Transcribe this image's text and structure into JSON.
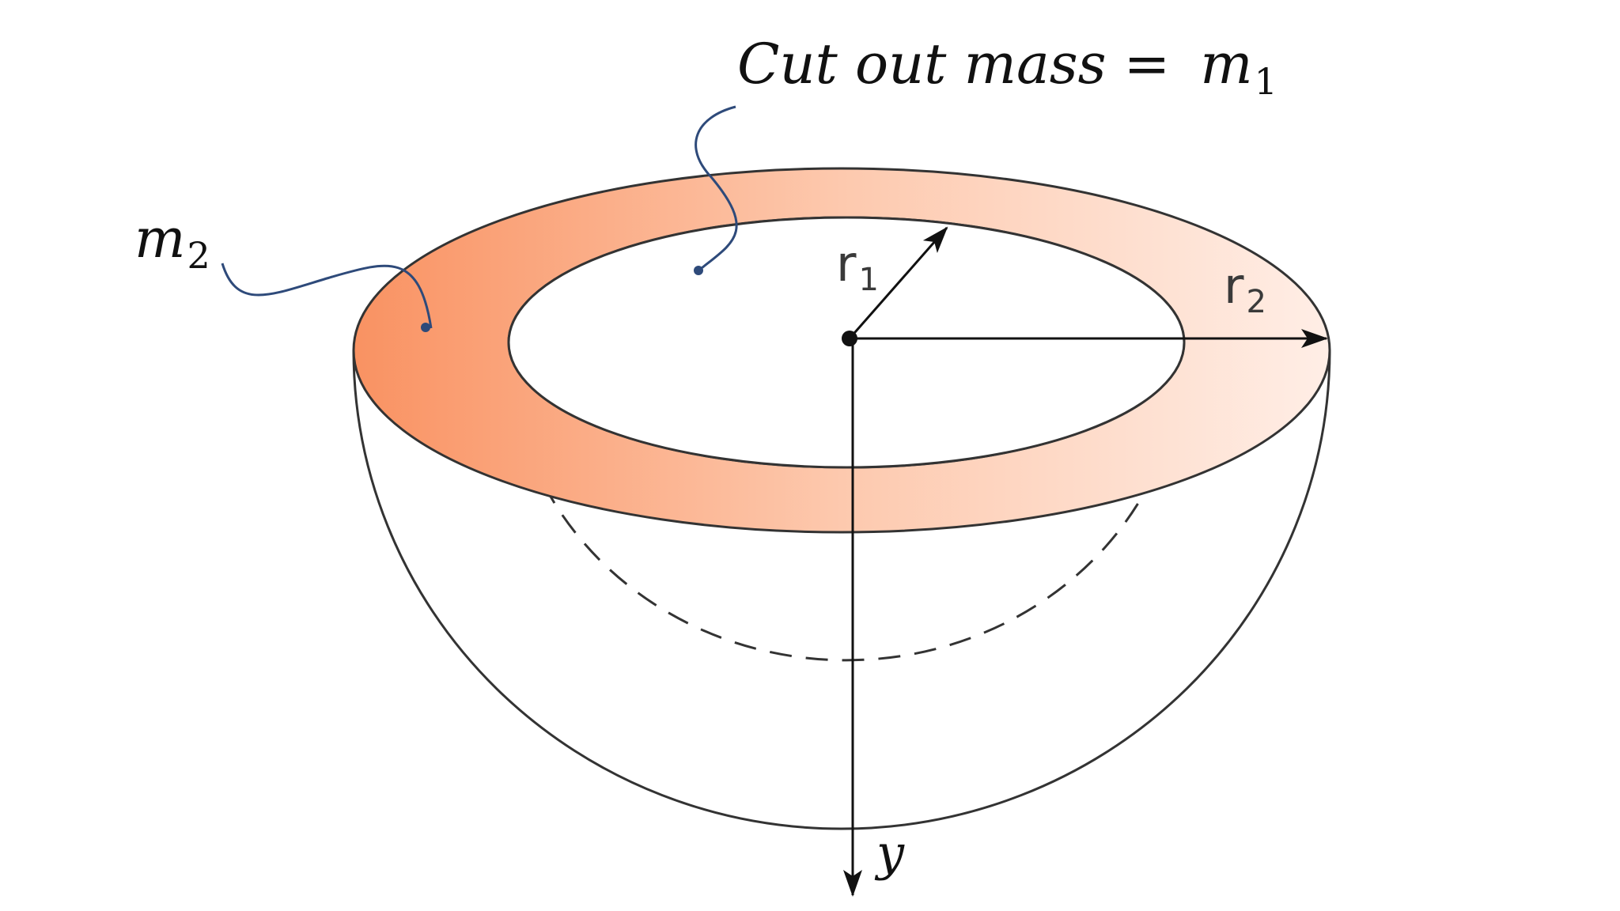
{
  "labels": {
    "cut_out_prefix": "Cut out mass",
    "cut_out_equals": "=",
    "cut_out_symbol": "m",
    "cut_out_subscript": "1",
    "outer_symbol": "m",
    "outer_subscript": "2",
    "r1_letter": "r",
    "r1_subscript": "1",
    "r2_letter": "r",
    "r2_subscript": "2",
    "y_axis": "y"
  },
  "colors": {
    "ring_dark": "#F99262",
    "ring_light": "#FFEEE6",
    "outline": "#333333",
    "leader": "#2E4A7A",
    "arrow": "#111111"
  }
}
